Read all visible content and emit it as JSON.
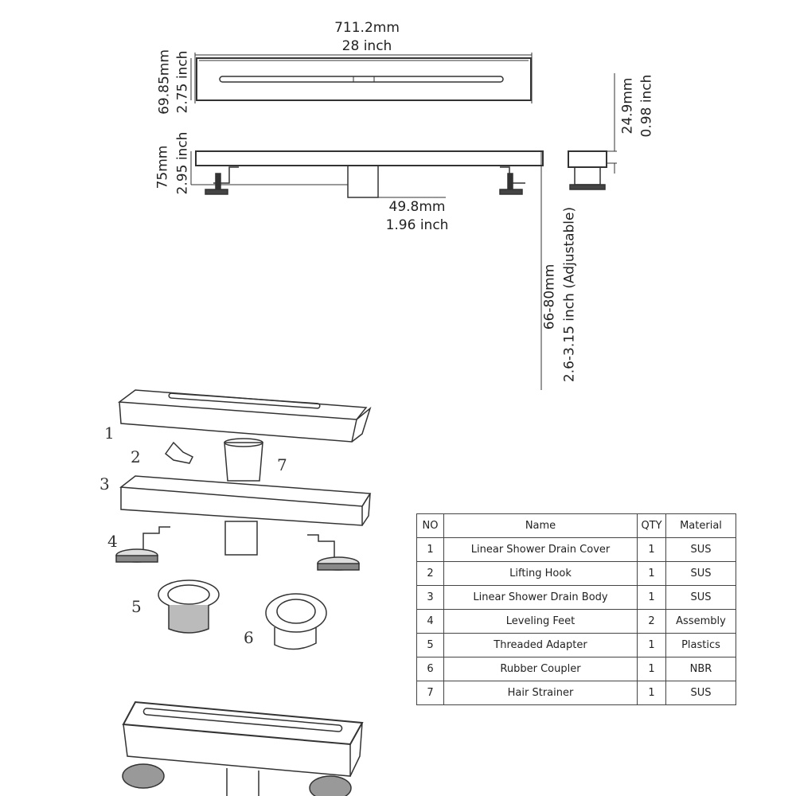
{
  "dimensions": {
    "length_mm": "711.2mm",
    "length_in": "28 inch",
    "width_mm": "69.85mm",
    "width_in": "2.75 inch",
    "height_mm": "75mm",
    "height_in": "2.95 inch",
    "outlet_mm": "49.8mm",
    "outlet_in": "1.96 inch",
    "cover_mm": "24.9mm",
    "cover_in": "0.98 inch",
    "adjust_mm": "66-80mm",
    "adjust_in": "2.6-3.15 inch  (Adjustable)"
  },
  "callouts": [
    "1",
    "2",
    "3",
    "4",
    "5",
    "6",
    "7"
  ],
  "parts_table": {
    "headers": [
      "NO",
      "Name",
      "QTY",
      "Material"
    ],
    "rows": [
      [
        "1",
        "Linear Shower Drain Cover",
        "1",
        "SUS"
      ],
      [
        "2",
        "Lifting Hook",
        "1",
        "SUS"
      ],
      [
        "3",
        "Linear Shower Drain Body",
        "1",
        "SUS"
      ],
      [
        "4",
        "Leveling Feet",
        "2",
        "Assembly"
      ],
      [
        "5",
        "Threaded Adapter",
        "1",
        "Plastics"
      ],
      [
        "6",
        "Rubber Coupler",
        "1",
        "NBR"
      ],
      [
        "7",
        "Hair Strainer",
        "1",
        "SUS"
      ]
    ]
  }
}
